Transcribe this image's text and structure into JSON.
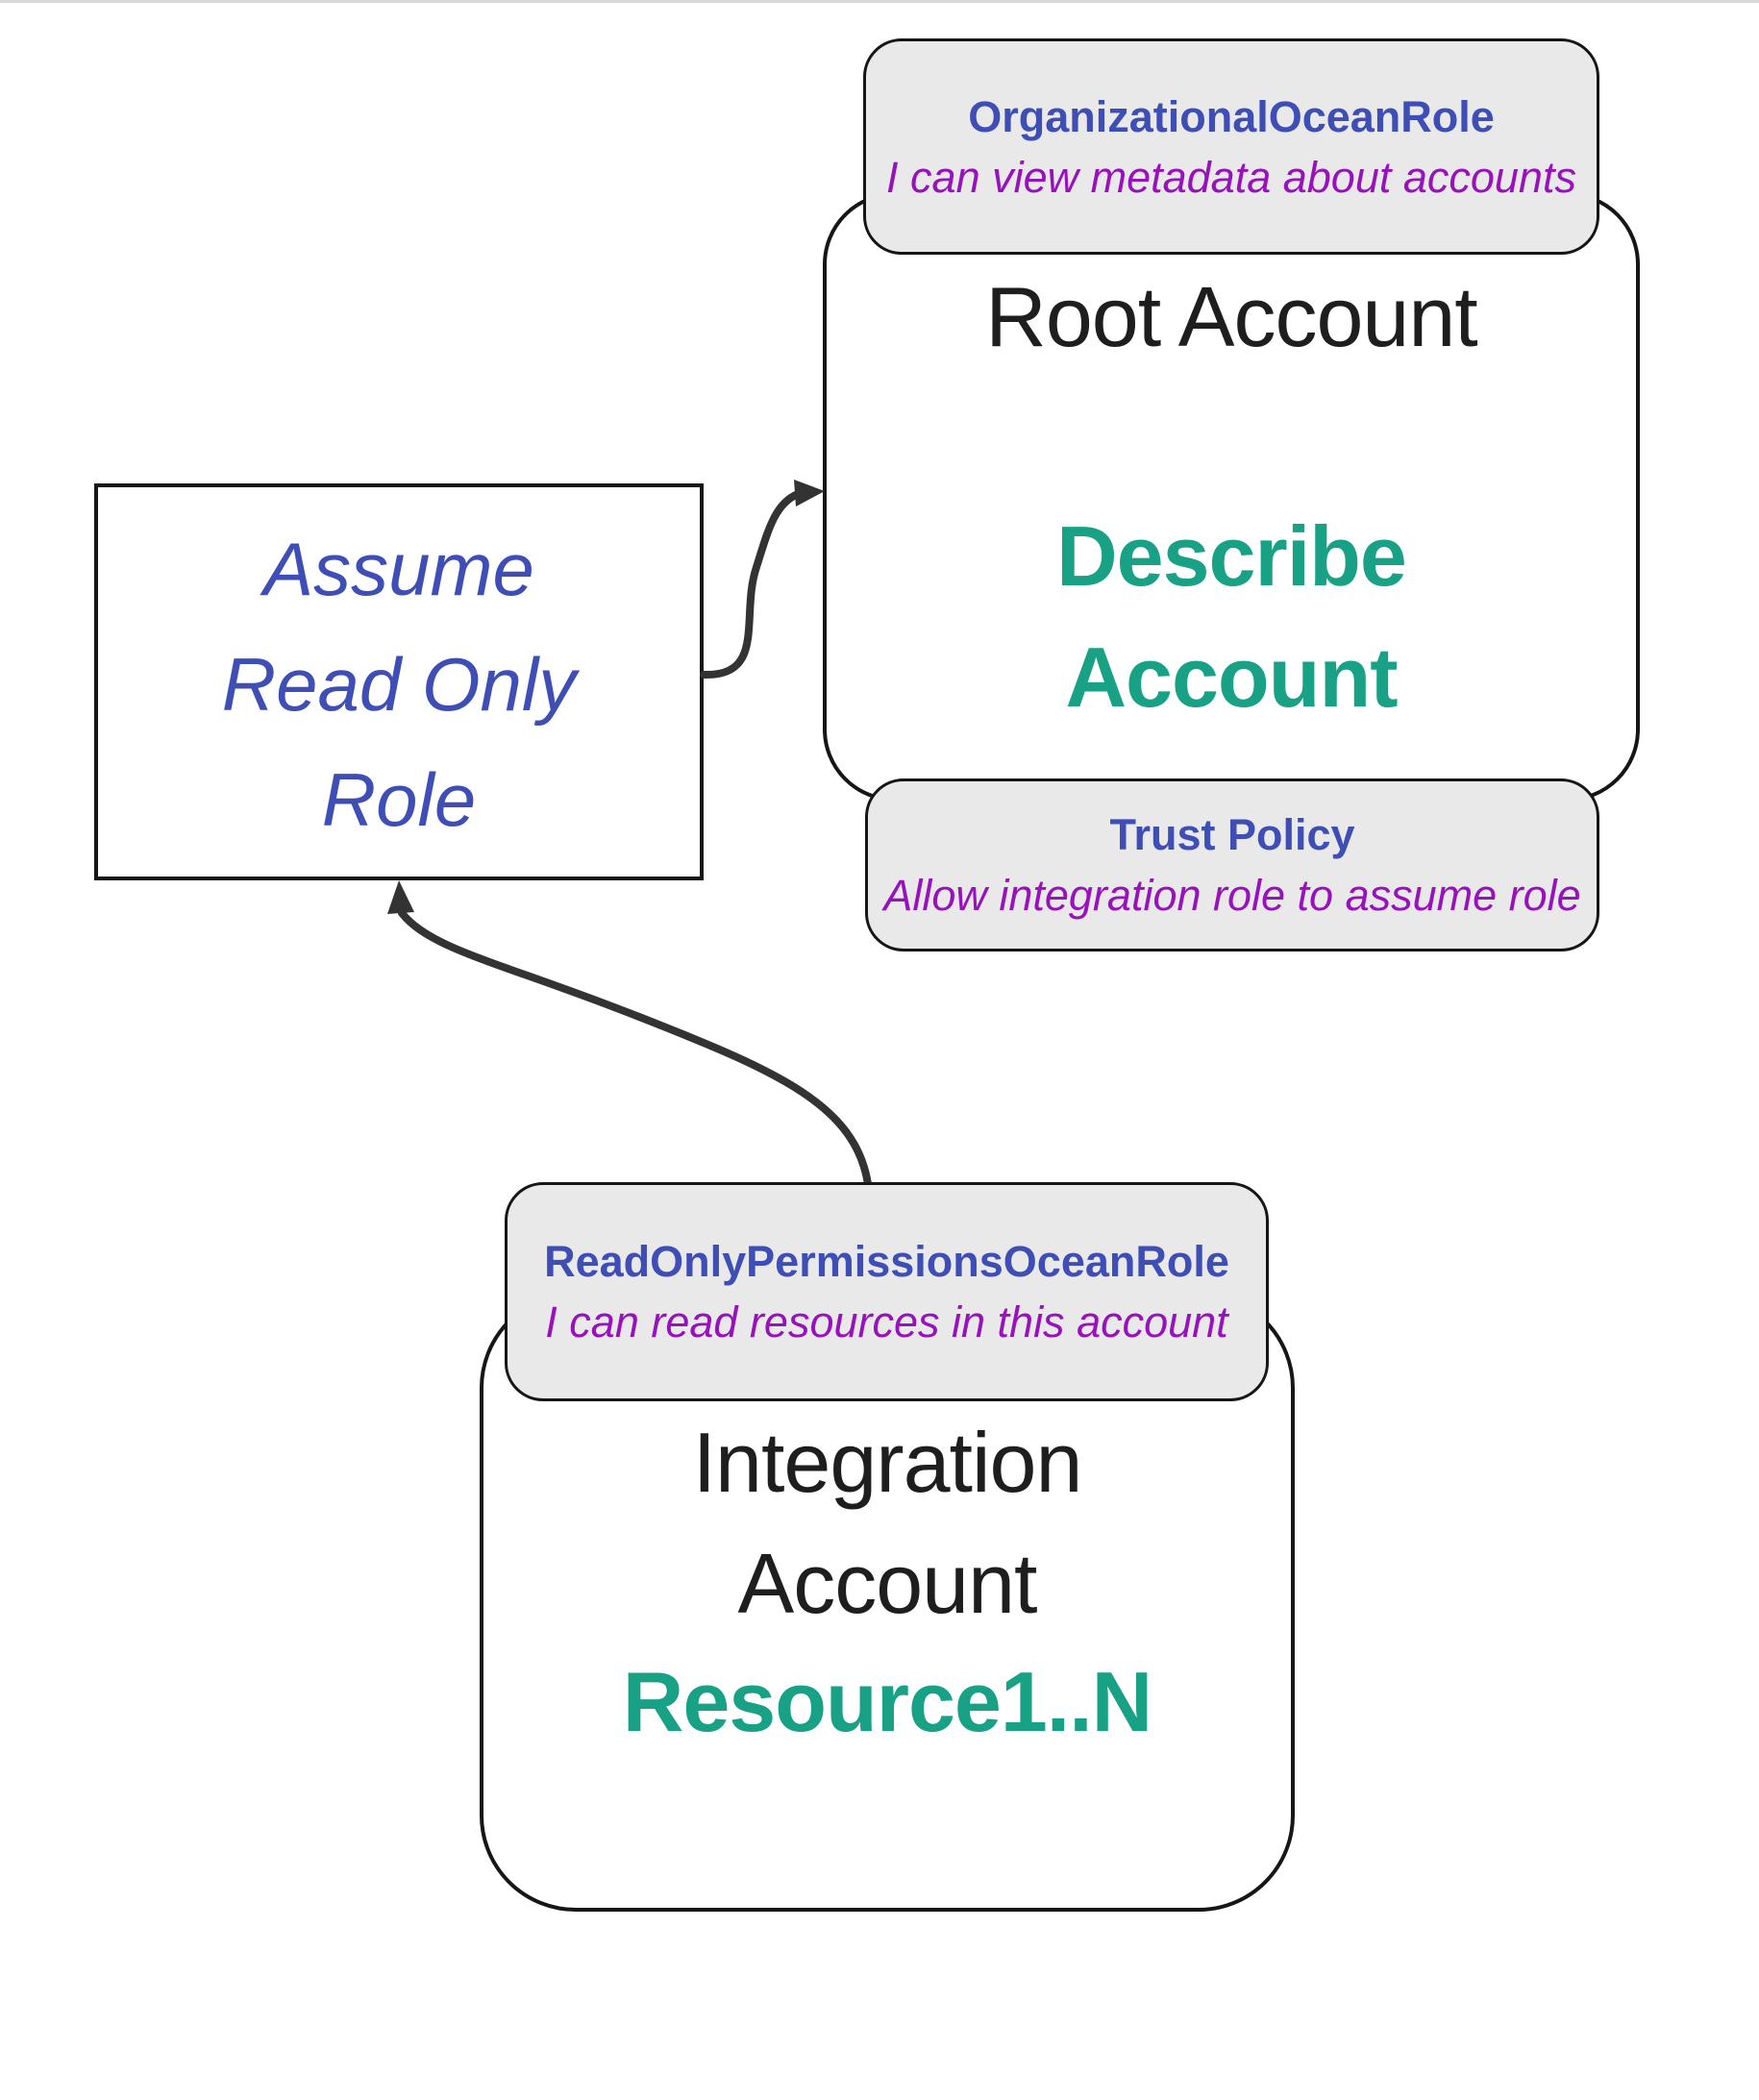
{
  "colors": {
    "role_blue": "#3f4eb5",
    "description_purple": "#9712bb",
    "action_teal": "#18a185",
    "node_text": "#1e1e1e",
    "badge_bg": "#e9e9e9",
    "border": "#161616",
    "arrow": "#333333",
    "page_bg": "#ffffff",
    "top_hairline": "#d8d8d8"
  },
  "nodes": {
    "root_account": {
      "title": "Root Account",
      "action_lines": [
        "Describe",
        "Account"
      ]
    },
    "assume_role": {
      "lines": [
        "Assume",
        "Read Only",
        "Role"
      ]
    },
    "integration_account": {
      "title_lines": [
        "Integration",
        "Account"
      ],
      "resources": "Resource1..N"
    }
  },
  "badges": {
    "organizational_role": {
      "name": "OrganizationalOceanRole",
      "description": "I can view metadata about accounts"
    },
    "trust_policy": {
      "name": "Trust Policy",
      "description": "Allow integration role to assume role"
    },
    "readonly_role": {
      "name": "ReadOnlyPermissionsOceanRole",
      "description": "I can read resources in this account"
    }
  },
  "connectors": [
    {
      "from": "assume-read-only-role",
      "to": "root-account"
    },
    {
      "from": "readonly-permissions-badge",
      "to": "assume-read-only-role"
    }
  ]
}
